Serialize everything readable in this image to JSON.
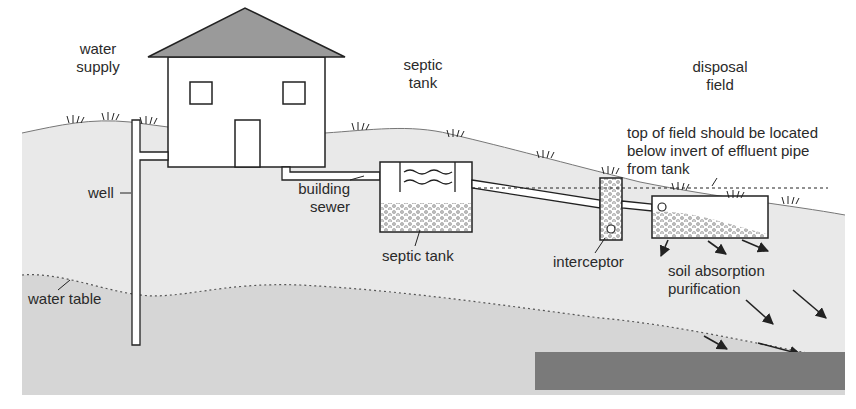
{
  "diagram": {
    "labels": [
      "water supply",
      "septic tank",
      "disposal field",
      "top of field should be located below invert of effluent pipe from tank",
      "well",
      "building sewer",
      "septic tank",
      "interceptor",
      "soil absorption purification",
      "water table"
    ]
  }
}
